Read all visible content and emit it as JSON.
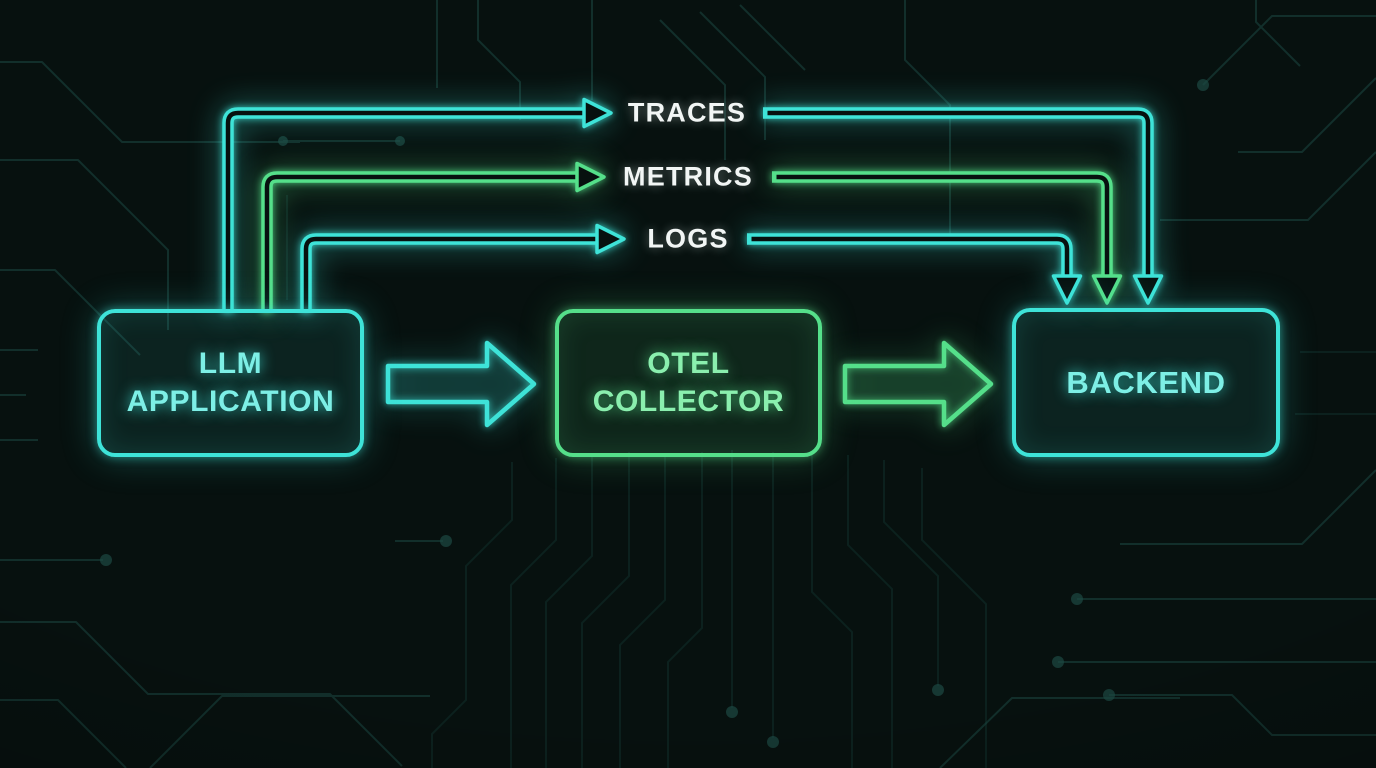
{
  "diagram": {
    "nodes": {
      "llm_application": {
        "line1": "LLM",
        "line2": "APPLICATION"
      },
      "otel_collector": {
        "line1": "OTEL",
        "line2": "COLLECTOR"
      },
      "backend": {
        "label": "BACKEND"
      }
    },
    "flows": {
      "traces": {
        "label": "TRACES",
        "color": "cyan"
      },
      "metrics": {
        "label": "METRICS",
        "color": "green"
      },
      "logs": {
        "label": "LOGS",
        "color": "cyan"
      }
    }
  },
  "colors": {
    "background": "#07110f",
    "neon_cyan": "#3ee3d8",
    "neon_green": "#55df8a",
    "node_text_cyan": "#7defe6",
    "node_text_green": "#8aefae",
    "flow_label_text": "#f2f6f5",
    "circuit_trace": "#1c4843"
  }
}
